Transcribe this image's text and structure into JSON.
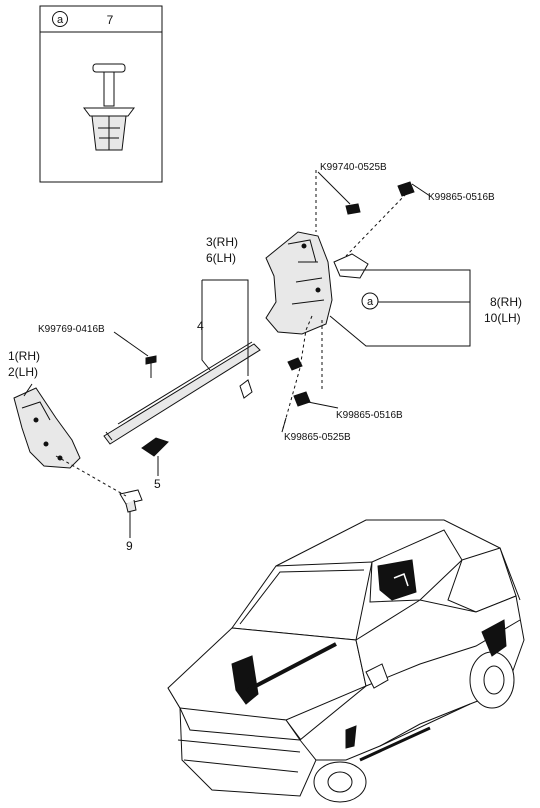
{
  "inset": {
    "circle_letter": "a",
    "part_number": "7"
  },
  "labels": {
    "k99740": "K99740-0525B",
    "k99865_top": "K99865-0516B",
    "part3_6_line1": "3(RH)",
    "part3_6_line2": "6(LH)",
    "part4": "4",
    "k99769": "K99769-0416B",
    "part1_2_line1": "1(RH)",
    "part1_2_line2": "2(LH)",
    "circle_a": "a",
    "part8_10_line1": "8(RH)",
    "part8_10_line2": "10(LH)",
    "k99865_mid": "K99865-0516B",
    "k99865_0525": "K99865-0525B",
    "part5": "5",
    "part9": "9"
  }
}
